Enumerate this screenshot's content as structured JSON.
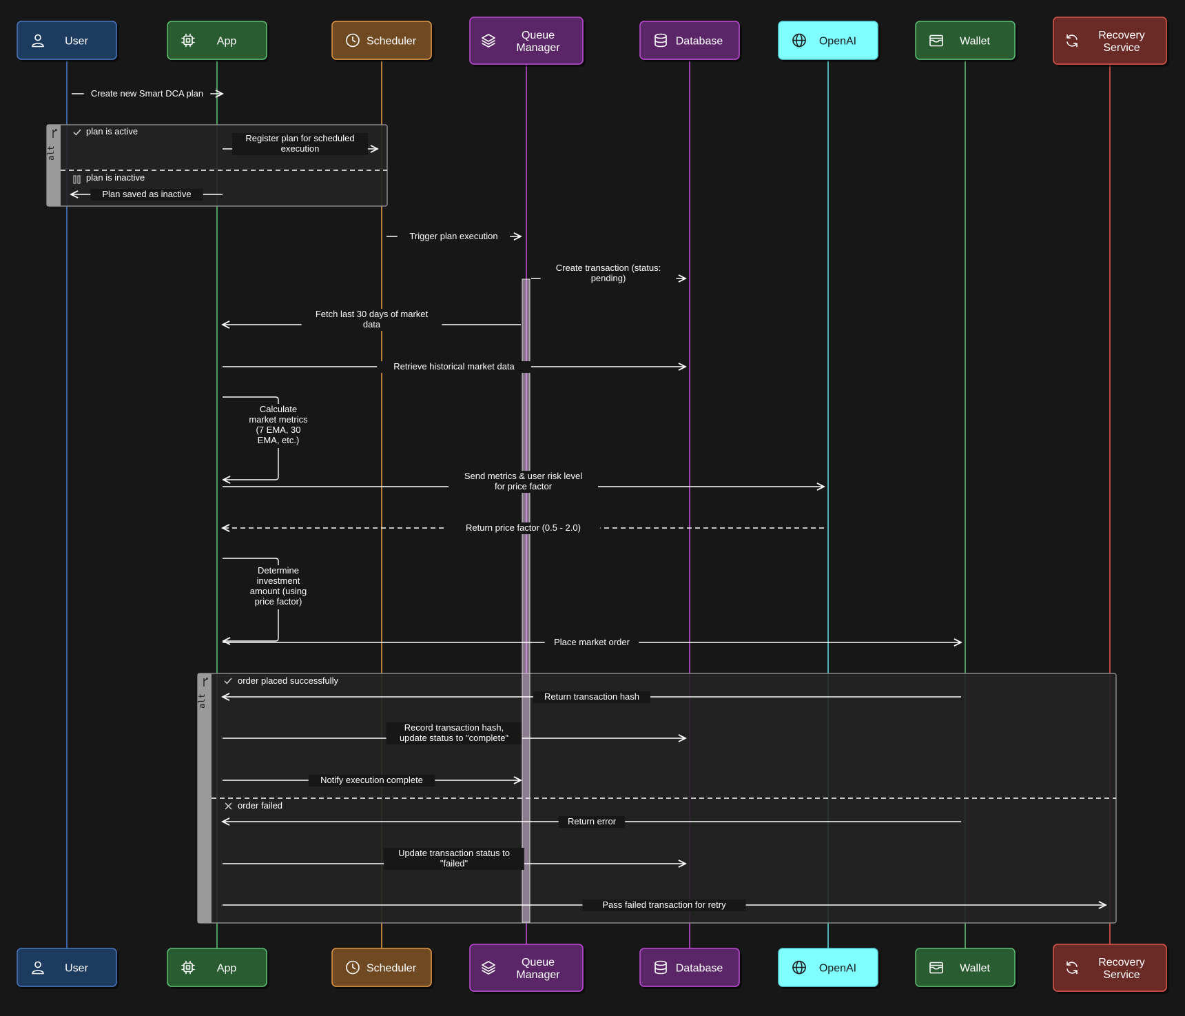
{
  "colors": {
    "background": "#171717",
    "user": "#1e3a5f",
    "user_line": "#4a78c2",
    "app": "#2b5c33",
    "app_line": "#5fbf74",
    "scheduler": "#6e4823",
    "scheduler_line": "#e39a48",
    "queue": "#5a2567",
    "queue_line": "#bf4bd6",
    "database": "#5a2567",
    "database_line": "#bf4bd6",
    "openai": "#7fffff",
    "openai_line": "#5ed9e0",
    "wallet": "#2b5c33",
    "wallet_line": "#5fbf74",
    "recovery": "#6b2b25",
    "recovery_line": "#e0574b"
  },
  "participants": [
    {
      "id": "user",
      "label": "User",
      "icon": "user-icon"
    },
    {
      "id": "app",
      "label": "App",
      "icon": "cpu-icon"
    },
    {
      "id": "scheduler",
      "label": "Scheduler",
      "icon": "clock-icon"
    },
    {
      "id": "queue",
      "label": "Queue Manager",
      "icon": "layers-icon"
    },
    {
      "id": "database",
      "label": "Database",
      "icon": "database-icon"
    },
    {
      "id": "openai",
      "label": "OpenAI",
      "icon": "globe-icon"
    },
    {
      "id": "wallet",
      "label": "Wallet",
      "icon": "wallet-icon"
    },
    {
      "id": "recovery",
      "label": "Recovery Service",
      "icon": "refresh-icon"
    }
  ],
  "fragments": [
    {
      "keyword": "alt",
      "sections": [
        {
          "icon": "check-icon",
          "label": "plan is active"
        },
        {
          "icon": "pause-icon",
          "label": "plan is inactive"
        }
      ]
    },
    {
      "keyword": "alt",
      "sections": [
        {
          "icon": "check-icon",
          "label": "order placed successfully"
        },
        {
          "icon": "x-icon",
          "label": "order failed"
        }
      ]
    }
  ],
  "messages": [
    {
      "from": "user",
      "to": "app",
      "text": "Create new Smart DCA plan",
      "style": "solid"
    },
    {
      "from": "app",
      "to": "scheduler",
      "text": "Register plan for scheduled execution",
      "style": "solid"
    },
    {
      "from": "app",
      "to": "user",
      "text": "Plan saved as inactive",
      "style": "solid"
    },
    {
      "from": "scheduler",
      "to": "queue",
      "text": "Trigger plan execution",
      "style": "solid"
    },
    {
      "from": "queue",
      "to": "database",
      "text": "Create transaction (status: pending)",
      "style": "solid"
    },
    {
      "from": "queue",
      "to": "app",
      "text": "Fetch last 30 days of market data",
      "style": "solid"
    },
    {
      "from": "app",
      "to": "database",
      "text": "Retrieve historical market data",
      "style": "solid"
    },
    {
      "from": "app",
      "to": "app",
      "text": "Calculate market metrics (7 EMA, 30 EMA, etc.)",
      "style": "solid"
    },
    {
      "from": "app",
      "to": "openai",
      "text": "Send metrics & user risk level for price factor",
      "style": "solid"
    },
    {
      "from": "openai",
      "to": "app",
      "text": "Return price factor (0.5 - 2.0)",
      "style": "dashed"
    },
    {
      "from": "app",
      "to": "app",
      "text": "Determine investment amount (using price factor)",
      "style": "solid"
    },
    {
      "from": "app",
      "to": "wallet",
      "text": "Place market order",
      "style": "solid"
    },
    {
      "from": "wallet",
      "to": "app",
      "text": "Return transaction hash",
      "style": "solid"
    },
    {
      "from": "app",
      "to": "database",
      "text": "Record transaction hash, update status to \"complete\"",
      "style": "solid"
    },
    {
      "from": "app",
      "to": "queue",
      "text": "Notify execution complete",
      "style": "solid"
    },
    {
      "from": "wallet",
      "to": "app",
      "text": "Return error",
      "style": "solid"
    },
    {
      "from": "app",
      "to": "database",
      "text": "Update transaction status to \"failed\"",
      "style": "solid"
    },
    {
      "from": "app",
      "to": "recovery",
      "text": "Pass failed transaction for retry",
      "style": "solid"
    }
  ]
}
